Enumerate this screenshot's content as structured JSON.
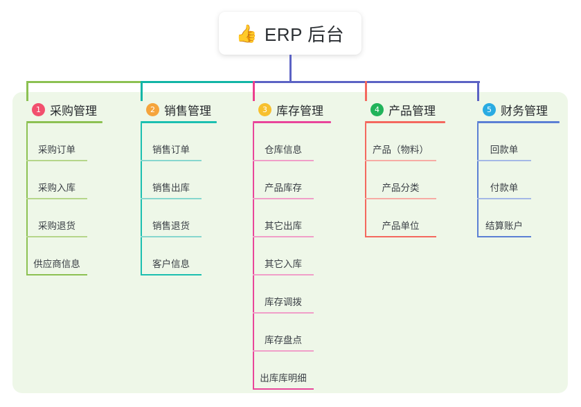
{
  "root": {
    "icon": "thumbs-up-icon",
    "emoji": "👍",
    "title": "ERP 后台"
  },
  "colors": {
    "panel_bg": "#eef7e8",
    "card_bg": "#ffffff",
    "text": "#3a3f45",
    "root_trunk": "#5b62c4"
  },
  "diagram": {
    "type": "mind-map",
    "columns": [
      {
        "number": "1",
        "title": "采购管理",
        "badge_color": "#f2506e",
        "line_color": "#8cc152",
        "rule_color": "#b5d68a",
        "connector_color": "#8cc152",
        "items": [
          "采购订单",
          "采购入库",
          "采购退货",
          "供应商信息"
        ]
      },
      {
        "number": "2",
        "title": "销售管理",
        "badge_color": "#f5a43c",
        "line_color": "#1bbfb0",
        "rule_color": "#86d7ce",
        "connector_color": "#12b5a6",
        "items": [
          "销售订单",
          "销售出库",
          "销售退货",
          "客户信息"
        ]
      },
      {
        "number": "3",
        "title": "库存管理",
        "badge_color": "#f7c02e",
        "line_color": "#e8459a",
        "rule_color": "#f09ec8",
        "connector_color": "#ec3f8e",
        "items": [
          "仓库信息",
          "产品库存",
          "其它出库",
          "其它入库",
          "库存调拨",
          "库存盘点",
          "出库库明细"
        ]
      },
      {
        "number": "4",
        "title": "产品管理",
        "badge_color": "#21b35a",
        "line_color": "#f4685e",
        "rule_color": "#f7aba4",
        "connector_color": "#f4685e",
        "items": [
          "产品（物料）",
          "产品分类",
          "产品单位"
        ]
      },
      {
        "number": "5",
        "title": "财务管理",
        "badge_color": "#29abe2",
        "line_color": "#5b7fd4",
        "rule_color": "#a4b8e6",
        "connector_color": "#5b62c4",
        "items": [
          "回款单",
          "付款单",
          "结算账户"
        ]
      }
    ]
  }
}
